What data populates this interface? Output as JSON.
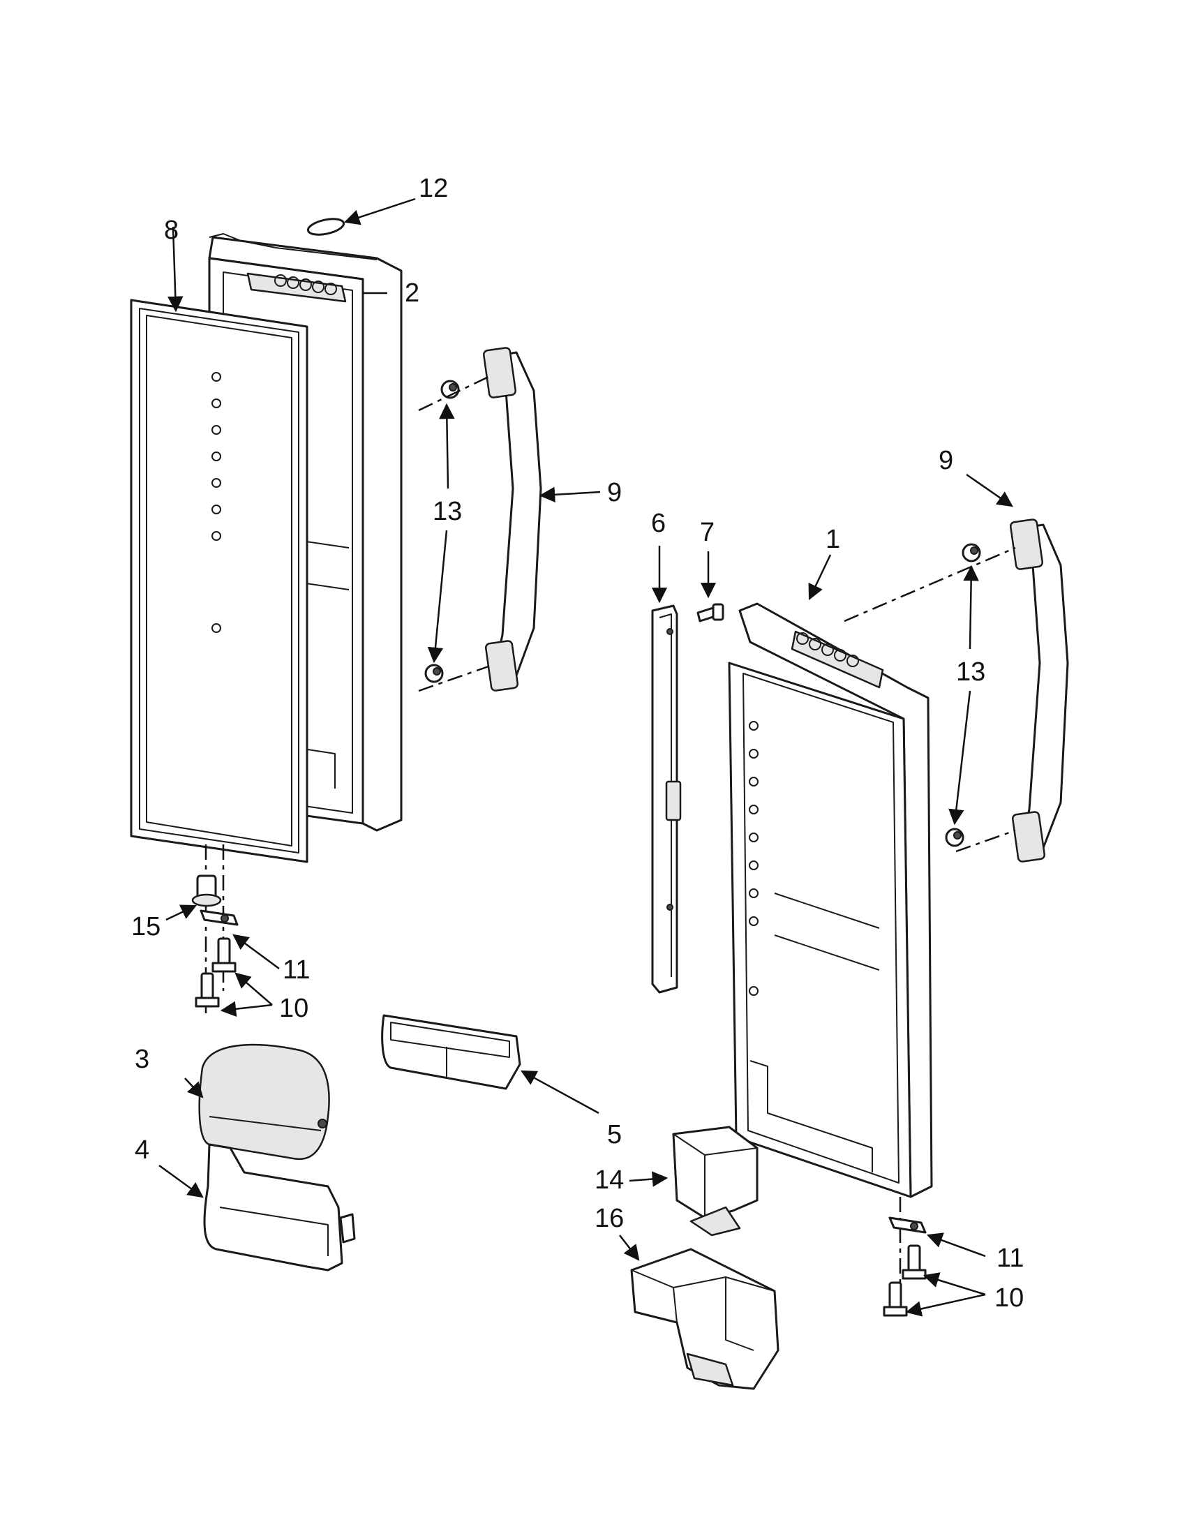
{
  "callouts": {
    "c1": "1",
    "c2": "2",
    "c3": "3",
    "c4": "4",
    "c5": "5",
    "c6": "6",
    "c7": "7",
    "c8": "8",
    "c9a": "9",
    "c9b": "9",
    "c10a": "10",
    "c10b": "10",
    "c11a": "11",
    "c11b": "11",
    "c12": "12",
    "c13a": "13",
    "c13b": "13",
    "c14": "14",
    "c15": "15",
    "c16": "16"
  }
}
